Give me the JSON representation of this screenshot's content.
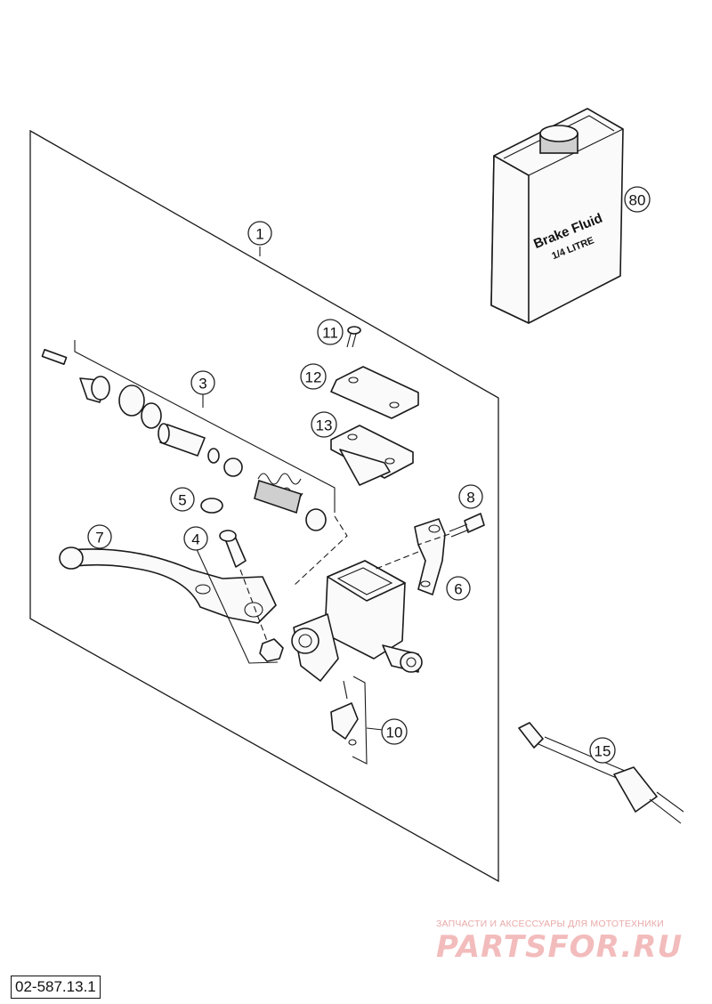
{
  "callouts": {
    "c1": "1",
    "c3": "3",
    "c4": "4",
    "c5": "5",
    "c6": "6",
    "c7": "7",
    "c8": "8",
    "c10": "10",
    "c11": "11",
    "c12": "12",
    "c13": "13",
    "c15": "15",
    "c80": "80"
  },
  "bottle": {
    "line1": "Brake Fluid",
    "line2": "1/4 LITRE"
  },
  "watermark": {
    "caption": "ЗАПЧАСТИ И АКСЕССУАРЫ ДЛЯ МОТОТЕХНИКИ",
    "logo": "PARTSFOR.RU"
  },
  "diagram_code": "02-587.13.1",
  "colors": {
    "line": "#1a1a1a",
    "watermark": "#f3bcbc"
  }
}
